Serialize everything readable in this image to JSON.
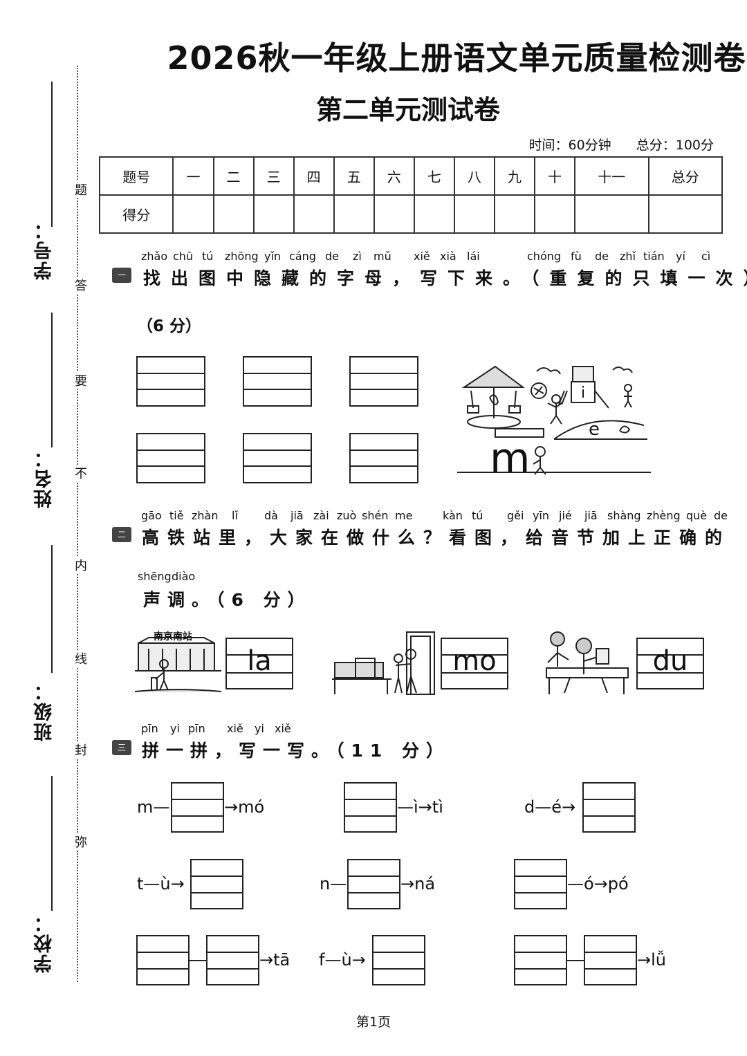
{
  "header": {
    "title": "2026秋一年级上册语文单元质量检测卷",
    "subtitle": "第二单元测试卷",
    "time": "时间：60分钟",
    "total": "总分：100分"
  },
  "score_table": {
    "row1": [
      "题号",
      "一",
      "二",
      "三",
      "四",
      "五",
      "六",
      "七",
      "八",
      "九",
      "十",
      "十一",
      "总分"
    ],
    "row2_label": "得分"
  },
  "margin": {
    "fields": [
      "学号：",
      "姓名：",
      "班级：",
      "学校："
    ],
    "chars": [
      "题",
      "答",
      "要",
      "不",
      "内",
      "线",
      "封",
      "弥"
    ]
  },
  "section1": {
    "icon": "一",
    "pinyin": [
      "zhǎo",
      "chū",
      "tú",
      "zhōng",
      "yǐn",
      "cáng",
      "de",
      "zì",
      "mǔ",
      "xiě",
      "xià",
      "lái",
      "chóng",
      "fù",
      "de",
      "zhǐ",
      "tián",
      "yí",
      "cì"
    ],
    "question": "找出图中隐藏的字母，写下来。（重复的只填一次）",
    "score": "（6 分）",
    "picture": "playground-picture"
  },
  "section2": {
    "icon": "二",
    "pinyin": [
      "gāo",
      "tiě",
      "zhàn",
      "lǐ",
      "dà",
      "jiā",
      "zài",
      "zuò",
      "shén",
      "me",
      "kàn",
      "tú",
      "gěi",
      "yīn",
      "jié",
      "jiā",
      "shàng",
      "zhèng",
      "què",
      "de"
    ],
    "question": "高铁站里，大家在做什么？看图，给音节加上正确的",
    "pinyin2": [
      "shēng",
      "diào"
    ],
    "question2": "声调。（6 分）",
    "station_sign": "南京南站",
    "syllables": [
      "la",
      "mo",
      "du"
    ]
  },
  "section3": {
    "icon": "三",
    "pinyin": [
      "pīn",
      "yi",
      "pīn",
      "xiě",
      "yi",
      "xiě"
    ],
    "question": "拼一拼，写一写。（11 分）",
    "items": {
      "a_left": "m—",
      "a_right": "→mó",
      "b_right": "—ì→tì",
      "c_left": "d—é→",
      "d_left": "t—ù→",
      "e_left": "n—",
      "e_right": "→ná",
      "f_right": "—ó→pó",
      "g_right": "→tā",
      "h_left": "f—ù→",
      "i_right": "→lǚ"
    }
  },
  "footer": {
    "page": "第1页"
  }
}
